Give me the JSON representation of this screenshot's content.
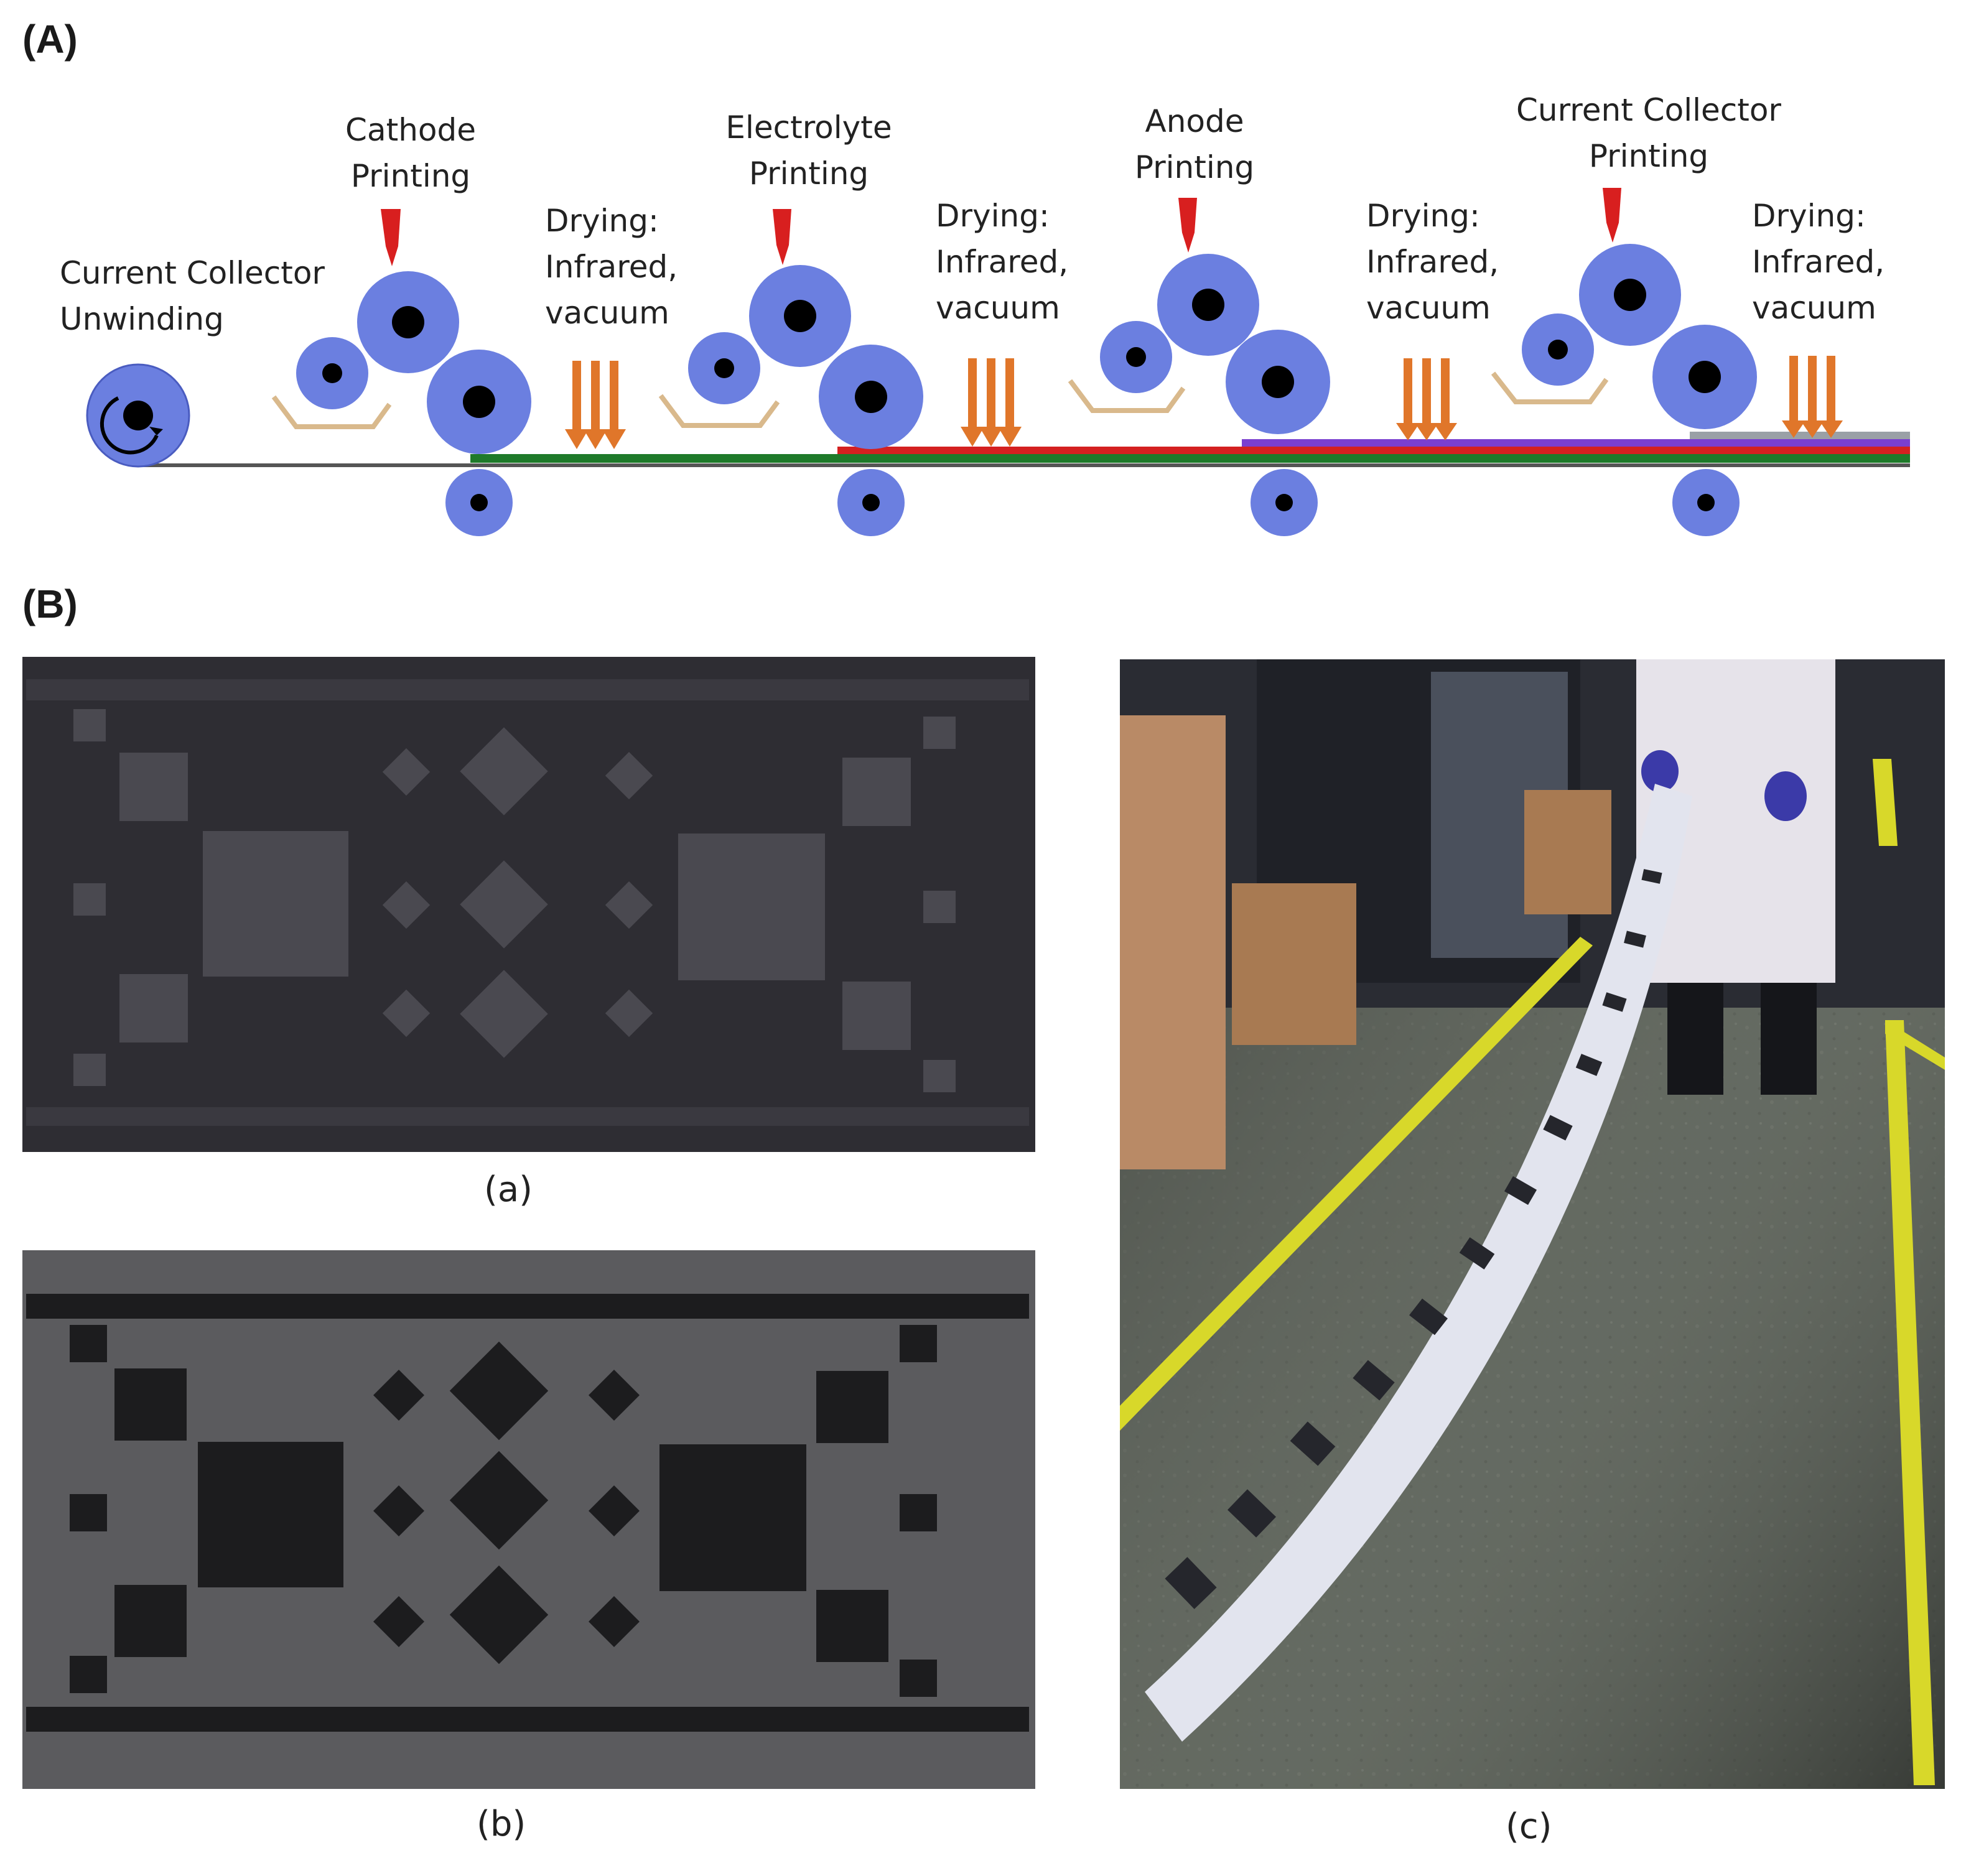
{
  "panel_a": {
    "label": "(A)",
    "stages": {
      "unwind": "Current Collector\nUnwinding",
      "cathode": "Cathode\nPrinting",
      "electrolyte": "Electrolyte\nPrinting",
      "anode": "Anode\nPrinting",
      "collector": "Current Collector\nPrinting",
      "drying": "Drying:\nInfrared,\nvacuum"
    },
    "colors": {
      "roller": "#6b7fe0",
      "hub": "#000000",
      "nozzle": "#d81f1f",
      "arrow": "#e0762a",
      "tray": "#d9b98c",
      "layer_substrate": "#555555",
      "layer_cathode": "#1e7a2a",
      "layer_electrolyte": "#d42020",
      "layer_anode": "#7a3fd0",
      "layer_collector": "#9aa0a6"
    }
  },
  "panel_b": {
    "label": "(B)",
    "captions": {
      "a": "(a)",
      "b": "(b)",
      "c": "(c)"
    }
  }
}
